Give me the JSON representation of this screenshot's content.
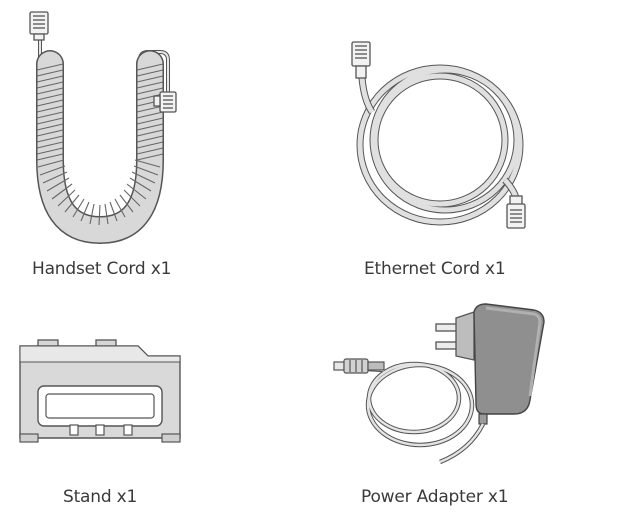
{
  "items": [
    {
      "label": "Handset Cord x1",
      "icon": "coiled-handset-cord-icon"
    },
    {
      "label": "Ethernet Cord x1",
      "icon": "ethernet-cable-icon"
    },
    {
      "label": "Stand x1",
      "icon": "phone-stand-icon"
    },
    {
      "label": "Power Adapter x1",
      "icon": "power-adapter-icon"
    }
  ],
  "colors": {
    "line": "#555555",
    "fill_light": "#e6e6e6",
    "fill_mid": "#cfcfcf",
    "fill_dark": "#8a8a8a",
    "text": "#3a3a3a"
  }
}
